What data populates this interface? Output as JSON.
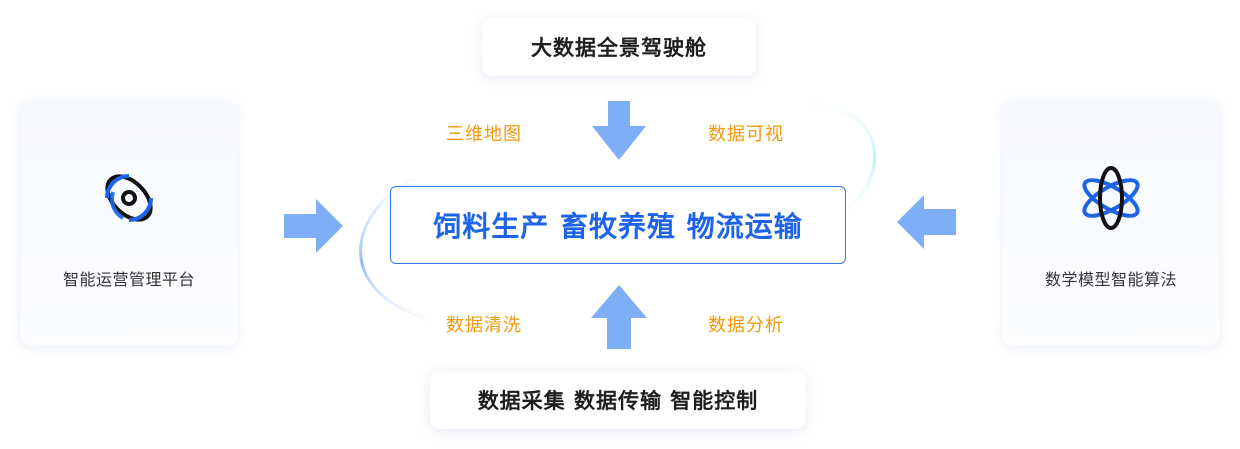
{
  "top_box": {
    "label": "大数据全景驾驶舱"
  },
  "bottom_box": {
    "label": "数据采集 数据传输 智能控制"
  },
  "center_box": {
    "label": "饲料生产 畜牧养殖 物流运输"
  },
  "left_card": {
    "label": "智能运营管理平台",
    "icon": "orbit-ring-icon"
  },
  "right_card": {
    "label": "数学模型智能算法",
    "icon": "atom-icon"
  },
  "flow_labels": {
    "top_left": "三维地图",
    "top_right": "数据可视",
    "bottom_left": "数据清洗",
    "bottom_right": "数据分析"
  },
  "colors": {
    "arrow": "#7eaef5",
    "accent_blue": "#1d64e8",
    "orange": "#f2990f"
  }
}
